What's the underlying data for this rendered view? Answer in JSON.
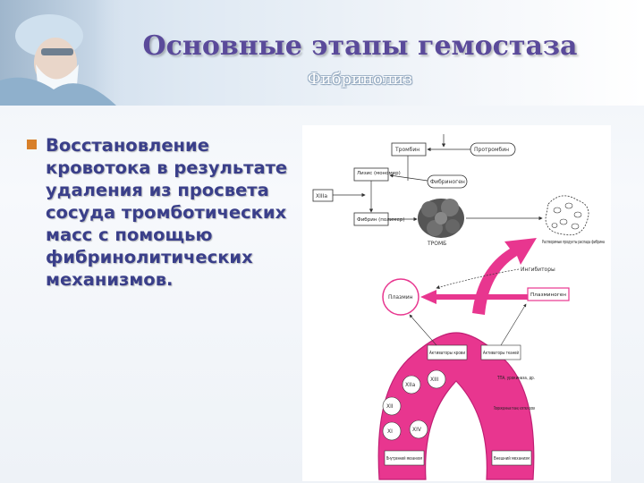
{
  "slide": {
    "title": "Основные этапы гемостаза",
    "subtitle": "Фибринолиз",
    "bullet": "Восстановление кровотока в результате удаления из просвета сосуда тромботических масс с помощью фибринолитических механизмов."
  },
  "diagram": {
    "nodes": {
      "thrombin": "Тромбин",
      "prothrombin": "Протромбин",
      "fibrinogen": "Фибриноген",
      "fibrin": "Фибрин (полимер)",
      "fibrin_lysis": "Лизис (мономер)",
      "factor_xiii": "XIIIa",
      "thrombus": "ТРОМБ",
      "degradation": "Растворимые продукты распада фибрина",
      "plasmin": "Плазмин",
      "plasminogen": "Плазминоген",
      "inhibitors": "Ингибиторы",
      "activators_blood": "Активаторы крови",
      "activators_tissue": "Активаторы тканей",
      "f_xiia": "XIIa",
      "f_xiii": "XIII",
      "f_xii": "XII",
      "f_xi": "XI",
      "f_xiv": "XIV",
      "tissue_agents": "ТПА, урокиназа, др.",
      "damaged": "Поврежденные ткани, клетки крови",
      "blood_mech": "Внутренний механизм",
      "tissue_mech": "Внешний механизм"
    },
    "colors": {
      "pink_fill": "#e8368f",
      "pink_dark": "#c01f74"
    }
  }
}
